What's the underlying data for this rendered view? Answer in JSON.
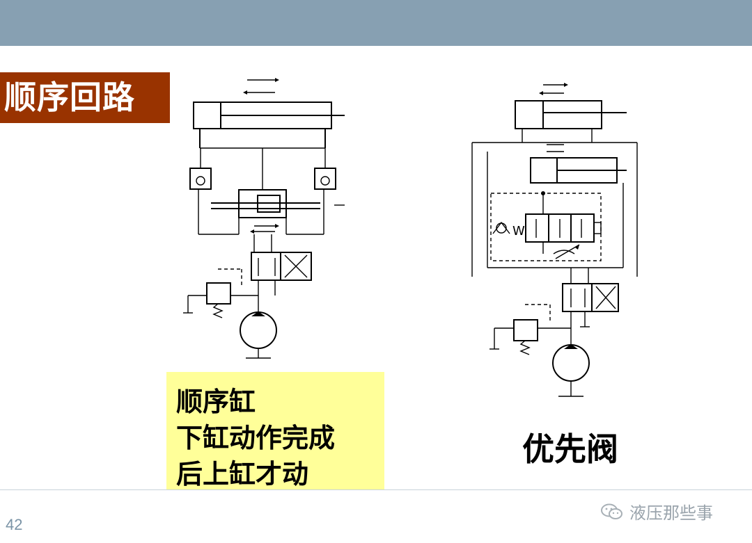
{
  "slide": {
    "title": "顺序回路",
    "note_lines": [
      "顺序缸",
      "下缸动作完成",
      "后上缸才动"
    ],
    "caption_right": "优先阀",
    "valve_label": "W",
    "page_number": "42",
    "watermark_text": "液压那些事"
  },
  "colors": {
    "top_bar": "#87a0b2",
    "title_bg": "#993300",
    "note_bg": "#ffff99"
  }
}
